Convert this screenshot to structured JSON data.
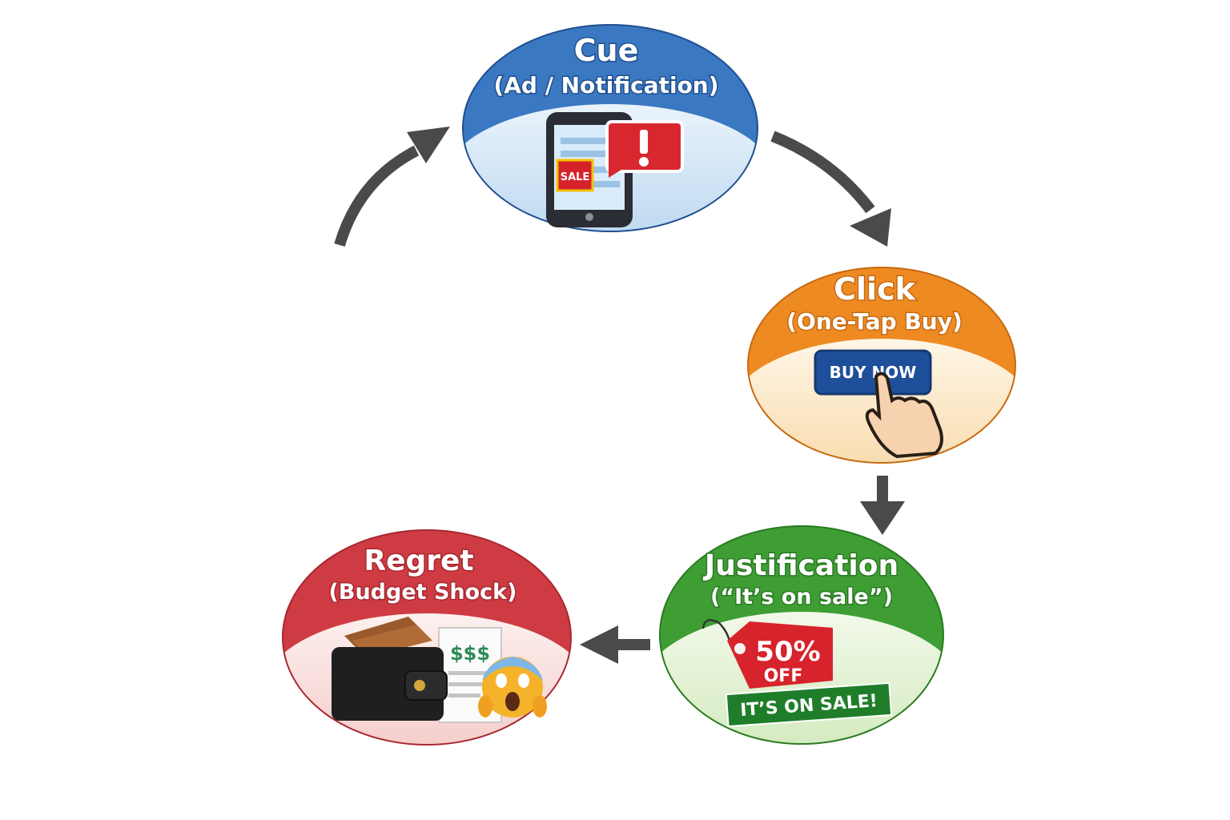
{
  "colors": {
    "cue": "#3a78c2",
    "click": "#ee8a22",
    "justification": "#3e9e34",
    "regret": "#cf3b43",
    "arrow": "#4a4a4a"
  },
  "nodes": {
    "cue": {
      "title": "Cue",
      "subtitle": "(Ad / Notification)",
      "icon": "phone-alert-icon",
      "icon_text": "SALE"
    },
    "click": {
      "title": "Click",
      "subtitle": "(One-Tap Buy)",
      "icon": "buy-now-hand-icon",
      "button_text": "BUY NOW"
    },
    "justification": {
      "title": "Justification",
      "subtitle": "(“It’s on sale”)",
      "icon": "sale-tag-icon",
      "tag_percent": "50%",
      "tag_off": "OFF",
      "banner_text": "IT’S ON SALE!"
    },
    "regret": {
      "title": "Regret",
      "subtitle": "(Budget Shock)",
      "icon": "wallet-receipt-icon",
      "receipt_text": "$$$"
    }
  }
}
